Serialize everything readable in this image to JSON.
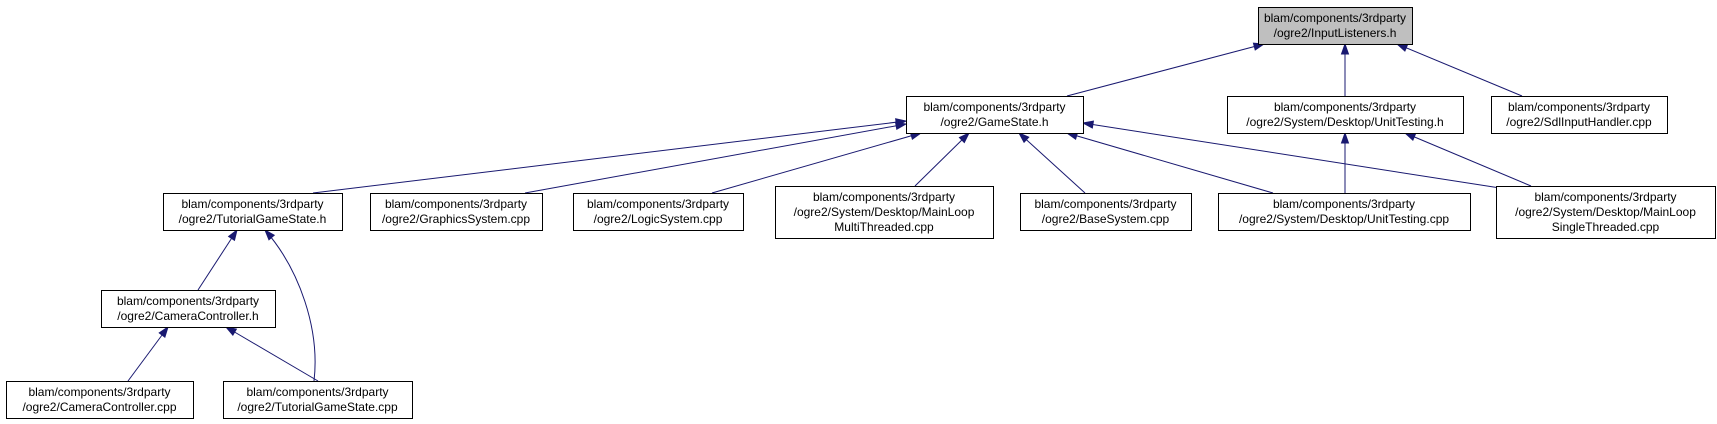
{
  "diagram": {
    "nodes": [
      {
        "id": "input_listeners",
        "focus": true,
        "lines": [
          "blam/components/3rdparty",
          "/ogre2/InputListeners.h"
        ]
      },
      {
        "id": "game_state",
        "focus": false,
        "lines": [
          "blam/components/3rdparty",
          "/ogre2/GameState.h"
        ]
      },
      {
        "id": "unit_testing_h",
        "focus": false,
        "lines": [
          "blam/components/3rdparty",
          "/ogre2/System/Desktop/UnitTesting.h"
        ]
      },
      {
        "id": "sdl_input_handler",
        "focus": false,
        "lines": [
          "blam/components/3rdparty",
          "/ogre2/SdlInputHandler.cpp"
        ]
      },
      {
        "id": "tutorial_game_state_h",
        "focus": false,
        "lines": [
          "blam/components/3rdparty",
          "/ogre2/TutorialGameState.h"
        ]
      },
      {
        "id": "graphics_system",
        "focus": false,
        "lines": [
          "blam/components/3rdparty",
          "/ogre2/GraphicsSystem.cpp"
        ]
      },
      {
        "id": "logic_system",
        "focus": false,
        "lines": [
          "blam/components/3rdparty",
          "/ogre2/LogicSystem.cpp"
        ]
      },
      {
        "id": "mainloop_multi",
        "focus": false,
        "lines": [
          "blam/components/3rdparty",
          "/ogre2/System/Desktop/MainLoop",
          "MultiThreaded.cpp"
        ]
      },
      {
        "id": "base_system",
        "focus": false,
        "lines": [
          "blam/components/3rdparty",
          "/ogre2/BaseSystem.cpp"
        ]
      },
      {
        "id": "unit_testing_cpp",
        "focus": false,
        "lines": [
          "blam/components/3rdparty",
          "/ogre2/System/Desktop/UnitTesting.cpp"
        ]
      },
      {
        "id": "mainloop_single",
        "focus": false,
        "lines": [
          "blam/components/3rdparty",
          "/ogre2/System/Desktop/MainLoop",
          "SingleThreaded.cpp"
        ]
      },
      {
        "id": "camera_controller_h",
        "focus": false,
        "lines": [
          "blam/components/3rdparty",
          "/ogre2/CameraController.h"
        ]
      },
      {
        "id": "camera_controller_cpp",
        "focus": false,
        "lines": [
          "blam/components/3rdparty",
          "/ogre2/CameraController.cpp"
        ]
      },
      {
        "id": "tutorial_game_state_cpp",
        "focus": false,
        "lines": [
          "blam/components/3rdparty",
          "/ogre2/TutorialGameState.cpp"
        ]
      }
    ],
    "edges": [
      {
        "from": "game_state",
        "to": "input_listeners"
      },
      {
        "from": "unit_testing_h",
        "to": "input_listeners"
      },
      {
        "from": "sdl_input_handler",
        "to": "input_listeners"
      },
      {
        "from": "tutorial_game_state_h",
        "to": "game_state"
      },
      {
        "from": "graphics_system",
        "to": "game_state"
      },
      {
        "from": "logic_system",
        "to": "game_state"
      },
      {
        "from": "mainloop_multi",
        "to": "game_state"
      },
      {
        "from": "base_system",
        "to": "game_state"
      },
      {
        "from": "unit_testing_cpp",
        "to": "game_state"
      },
      {
        "from": "mainloop_single",
        "to": "game_state"
      },
      {
        "from": "unit_testing_cpp",
        "to": "unit_testing_h"
      },
      {
        "from": "mainloop_single",
        "to": "unit_testing_h"
      },
      {
        "from": "camera_controller_h",
        "to": "tutorial_game_state_h"
      },
      {
        "from": "tutorial_game_state_cpp",
        "to": "tutorial_game_state_h",
        "curved": true
      },
      {
        "from": "camera_controller_cpp",
        "to": "camera_controller_h"
      },
      {
        "from": "tutorial_game_state_cpp",
        "to": "camera_controller_h"
      }
    ]
  },
  "colors": {
    "edge": "#191970",
    "focus_fill": "#bfbfbf",
    "node_fill": "#ffffff",
    "node_stroke": "#000000"
  }
}
